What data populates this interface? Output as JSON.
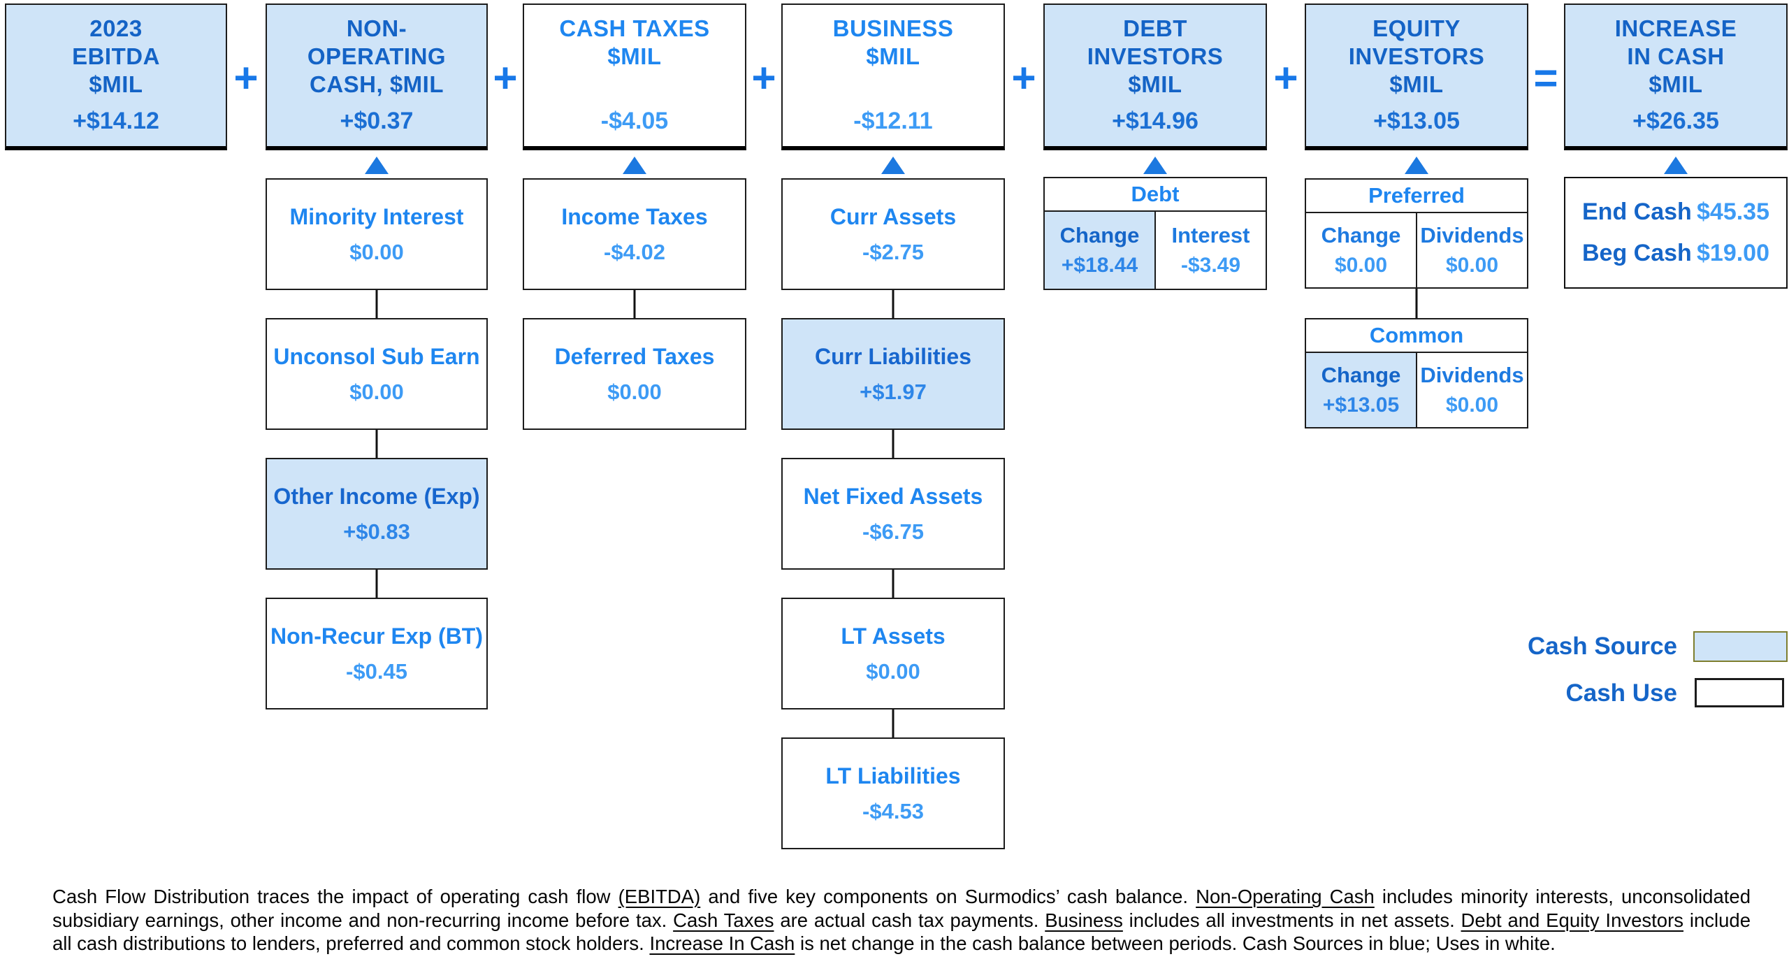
{
  "colors": {
    "source_fill": "#cfe4f8",
    "use_fill": "#ffffff",
    "dark_blue_text": "#1565c8",
    "bright_blue_text": "#1e86f0",
    "light_blue_text": "#3d9bf5",
    "accent_blue": "#1878e8",
    "border": "#1c1c1c",
    "legend_source_border": "#7e7e2e"
  },
  "title_row": {
    "boxes": [
      {
        "title": "2023\nEBITDA\n$MIL",
        "value": "+$14.12",
        "variant": "source"
      },
      {
        "title": "NON-\nOPERATING\nCASH, $MIL",
        "value": "+$0.37",
        "variant": "source"
      },
      {
        "title": "CASH TAXES\n$MIL",
        "value": "-$4.05",
        "variant": "use"
      },
      {
        "title": "BUSINESS\n$MIL",
        "value": "-$12.11",
        "variant": "use"
      },
      {
        "title": "DEBT\nINVESTORS\n$MIL",
        "value": "+$14.96",
        "variant": "source"
      },
      {
        "title": "EQUITY\nINVESTORS\n$MIL",
        "value": "+$13.05",
        "variant": "source"
      },
      {
        "title": "INCREASE\nIN CASH\n$MIL",
        "value": "+$26.35",
        "variant": "source"
      }
    ],
    "operators": [
      "+",
      "+",
      "+",
      "+",
      "+",
      "="
    ]
  },
  "non_operating_items": [
    {
      "title": "Minority Interest",
      "value": "$0.00",
      "variant": "use"
    },
    {
      "title": "Unconsol Sub Earn",
      "value": "$0.00",
      "variant": "use"
    },
    {
      "title": "Other Income (Exp)",
      "value": "+$0.83",
      "variant": "source"
    },
    {
      "title": "Non-Recur Exp (BT)",
      "value": "-$0.45",
      "variant": "use"
    }
  ],
  "cash_tax_items": [
    {
      "title": "Income Taxes",
      "value": "-$4.02",
      "variant": "use"
    },
    {
      "title": "Deferred Taxes",
      "value": "$0.00",
      "variant": "use"
    }
  ],
  "business_items": [
    {
      "title": "Curr Assets",
      "value": "-$2.75",
      "variant": "use"
    },
    {
      "title": "Curr Liabilities",
      "value": "+$1.97",
      "variant": "source"
    },
    {
      "title": "Net Fixed Assets",
      "value": "-$6.75",
      "variant": "use"
    },
    {
      "title": "LT Assets",
      "value": "$0.00",
      "variant": "use"
    },
    {
      "title": "LT Liabilities",
      "value": "-$4.53",
      "variant": "use"
    }
  ],
  "debt_table": {
    "title": "Debt",
    "cells": [
      {
        "label": "Change",
        "value": "+$18.44",
        "variant": "source"
      },
      {
        "label": "Interest",
        "value": "-$3.49",
        "variant": "use"
      }
    ]
  },
  "preferred_table": {
    "title": "Preferred",
    "cells": [
      {
        "label": "Change",
        "value": "$0.00",
        "variant": "use"
      },
      {
        "label": "Dividends",
        "value": "$0.00",
        "variant": "use"
      }
    ]
  },
  "common_table": {
    "title": "Common",
    "cells": [
      {
        "label": "Change",
        "value": "+$13.05",
        "variant": "source"
      },
      {
        "label": "Dividends",
        "value": "$0.00",
        "variant": "use"
      }
    ]
  },
  "cash_summary": {
    "rows": [
      {
        "label": "End Cash",
        "value": "$45.35"
      },
      {
        "label": "Beg Cash",
        "value": "$19.00"
      }
    ]
  },
  "legend": [
    {
      "label": "Cash Source",
      "variant": "source"
    },
    {
      "label": "Cash Use",
      "variant": "use"
    }
  ],
  "footnote": {
    "segments": [
      {
        "text": "Cash Flow Distribution traces the impact of operating cash flow "
      },
      {
        "text": "(EBITDA)",
        "u": true
      },
      {
        "text": " and five key components on Surmodics’ cash balance. "
      },
      {
        "text": "Non-Operating Cash",
        "u": true
      },
      {
        "text": " includes minority interests, unconsolidated subsidiary earnings, other income and non-recurring income before tax. "
      },
      {
        "text": "Cash Taxes",
        "u": true
      },
      {
        "text": " are actual cash tax payments. "
      },
      {
        "text": "Business",
        "u": true
      },
      {
        "text": " includes all investments in net assets. "
      },
      {
        "text": "Debt and Equity Investors",
        "u": true
      },
      {
        "text": " include all cash distributions to lenders, preferred and common stock holders. "
      },
      {
        "text": "Increase In Cash",
        "u": true
      },
      {
        "text": " is net change in the cash balance between periods. Cash Sources in blue; Uses in white."
      }
    ]
  }
}
